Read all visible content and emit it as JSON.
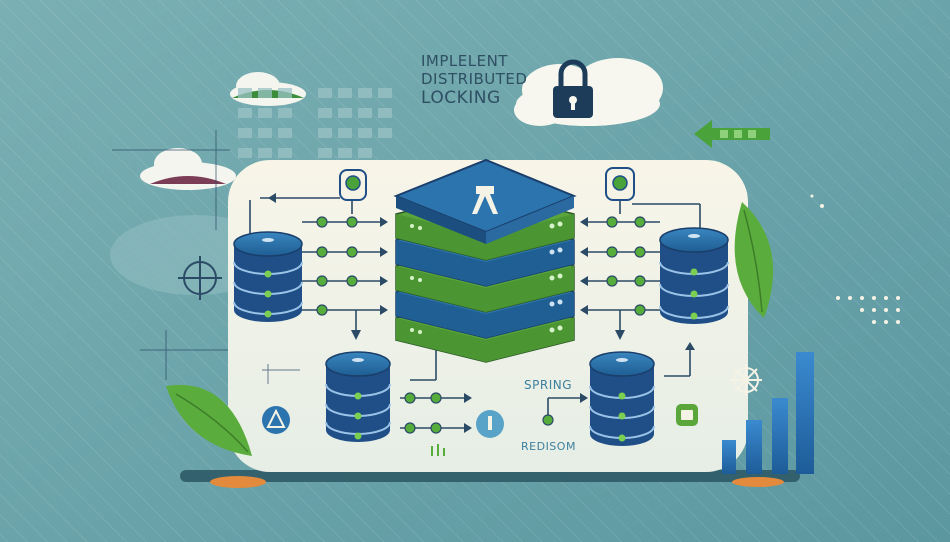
{
  "title_lines": [
    "IMPLELENT",
    "DISTRIBUTED",
    "LOCKING"
  ],
  "labels": {
    "spring": "SPRING",
    "redisson": "REDISOM"
  },
  "colors": {
    "background": "#6aa3a9",
    "panel": "#f5f3e6",
    "navy": "#1f4f86",
    "green": "#5aa63a",
    "server_blue": "#2c74ad"
  },
  "icons": [
    "padlock-icon",
    "crosshair-icon",
    "arrow-left-icon",
    "leaf-icon",
    "bar-chart-icon",
    "ship-wheel-icon",
    "server-stack-icon",
    "database-icon",
    "cloud-icon"
  ]
}
